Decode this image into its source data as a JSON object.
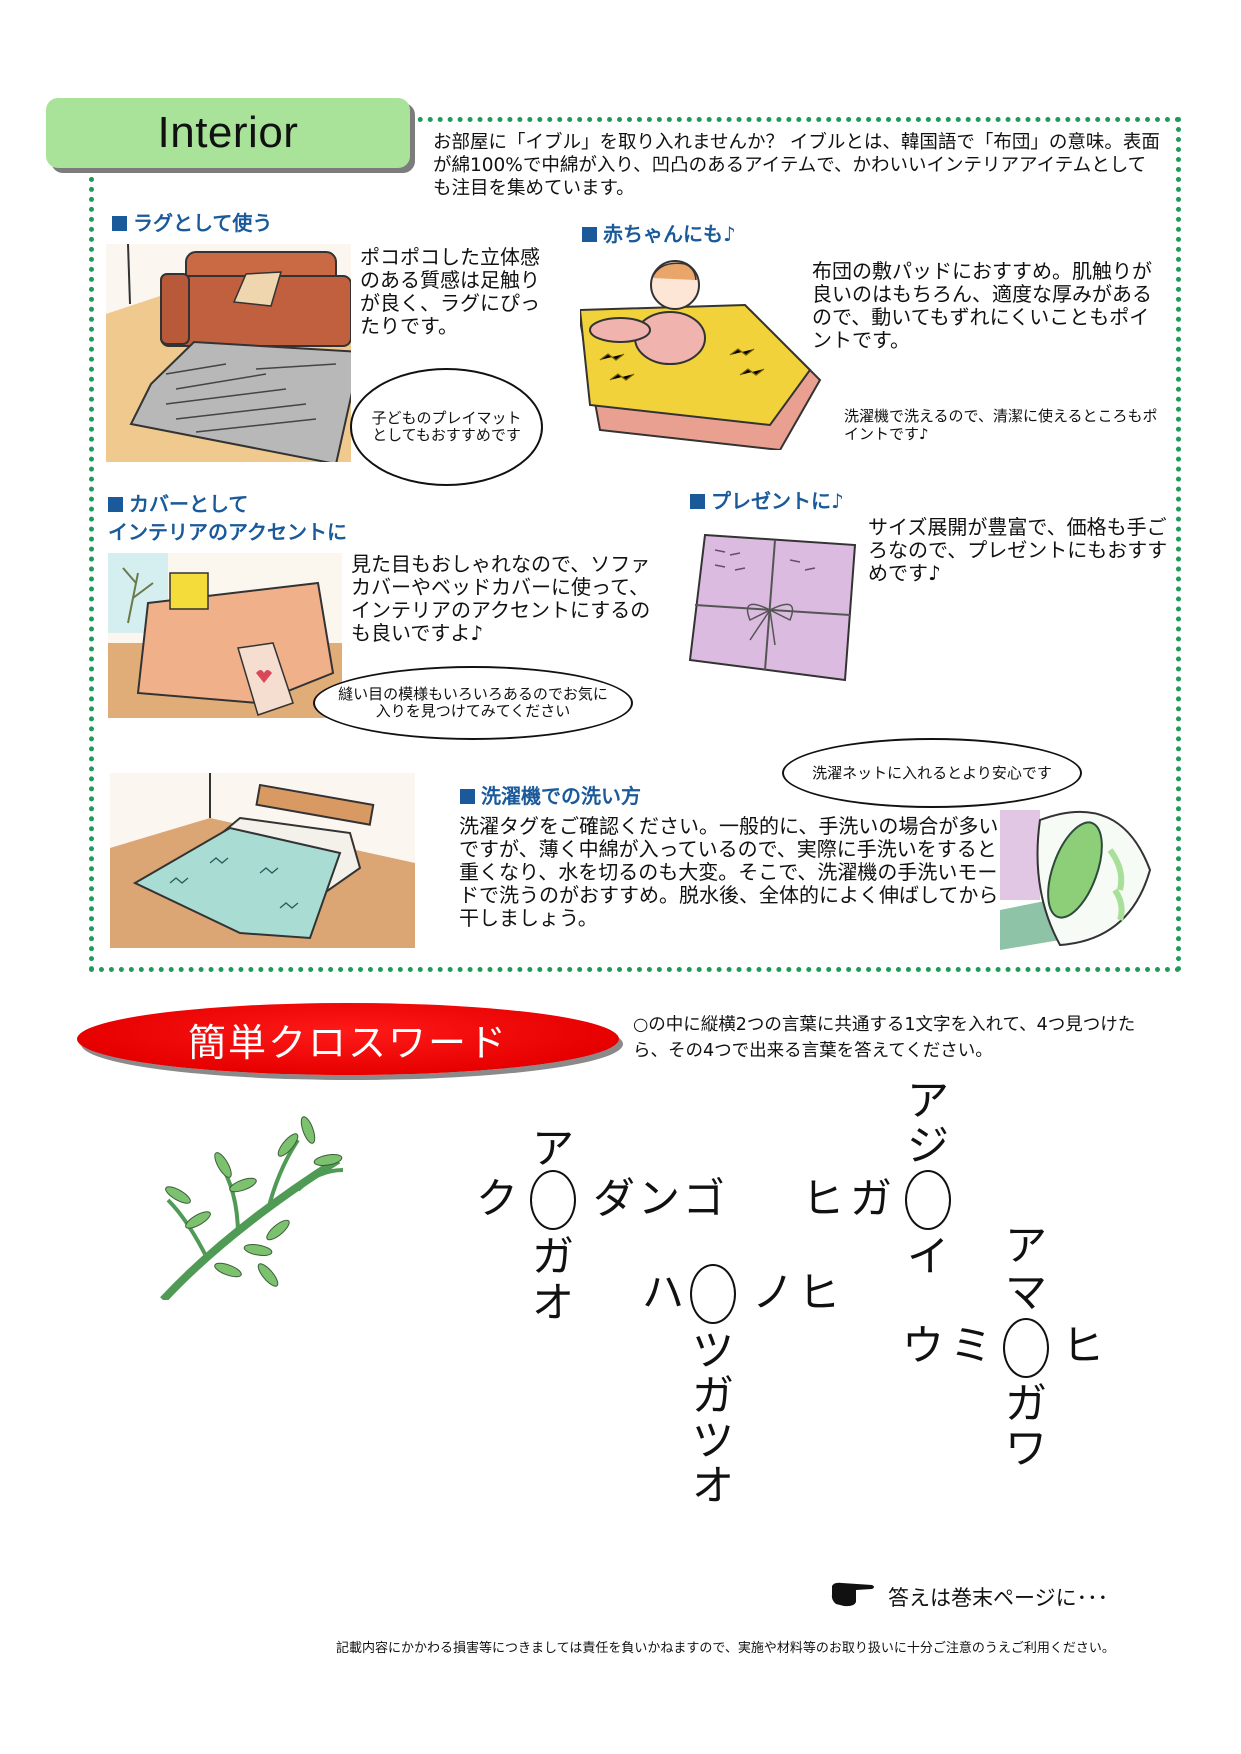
{
  "interior": {
    "title": "Interior",
    "intro": "お部屋に「イブル」を取り入れませんか？ イブルとは、韓国語で「布団」の意味。表面が綿100%で中綿が入り、凹凸のあるアイテムで、かわいいインテリアアイテムとしても注目を集めています。",
    "sections": [
      {
        "heading": "ラグとして使う",
        "body": "ポコポコした立体感のある質感は足触りが良く、ラグにぴったりです。",
        "bubble": "子どものプレイマットとしてもおすすめです",
        "illustration": "sofa-with-gray-rug"
      },
      {
        "heading": "赤ちゃんにも♪",
        "body": "布団の敷パッドにおすすめ。肌触りが良いのはもちろん、適度な厚みがあるので、動いてもずれにくいこともポイントです。",
        "note": "洗濯機で洗えるので、清潔に使えるところもポイントです♪",
        "illustration": "baby-on-yellow-pad"
      },
      {
        "heading_line1": "カバーとして",
        "heading_line2": "インテリアのアクセントに",
        "body": "見た目もおしゃれなので、ソファカバーやベッドカバーに使って、インテリアのアクセントにするのも良いですよ♪",
        "bubble": "縫い目の模様もいろいろあるのでお気に入りを見つけてみてください",
        "illustration": "sofa-with-peach-cover"
      },
      {
        "heading": "プレゼントに♪",
        "body": "サイズ展開が豊富で、価格も手ごろなので、プレゼントにもおすすめです♪",
        "illustration": "purple-gift-with-ribbon"
      },
      {
        "heading": "洗濯機での洗い方",
        "body": "洗濯タグをご確認ください。一般的に、手洗いの場合が多いですが、薄く中綿が入っているので、実際に手洗いをすると重くなり、水を切るのも大変。そこで、洗濯機の手洗いモードで洗うのがおすすめ。脱水後、全体的によく伸ばしてから干しましょう。",
        "bubble": "洗濯ネットに入れるとより安心です",
        "illustration": "bed-with-mint-cover"
      }
    ]
  },
  "crossword": {
    "title": "簡単クロスワード",
    "instructions": "○の中に縦横2つの言葉に共通する1文字を入れて、4つ見つけたら、その4つで出来る言葉を答えてください。",
    "puzzles": [
      {
        "up": [
          "ア"
        ],
        "left": [
          "ク"
        ],
        "right": [
          "ダ",
          "ン",
          "ゴ"
        ],
        "down": [
          "ガ",
          "オ"
        ]
      },
      {
        "up": [],
        "left": [
          "ハ"
        ],
        "right": [
          "ノ",
          "ヒ"
        ],
        "down": [
          "ツ",
          "ガ",
          "ツ",
          "オ"
        ]
      },
      {
        "up": [
          "ア",
          "ジ"
        ],
        "left": [
          "ヒ",
          "ガ"
        ],
        "right": [],
        "down": [
          "イ"
        ]
      },
      {
        "up": [
          "ア",
          "マ"
        ],
        "left": [
          "ウ",
          "ミ"
        ],
        "right": [
          "ヒ"
        ],
        "down": [
          "ガ",
          "ワ"
        ]
      }
    ],
    "answer_hint": "答えは巻末ページに･･･",
    "answer_icon": "pointing-hand-icon"
  },
  "disclaimer": "記載内容にかかわる損害等につきましては責任を負いかねますので、実施や材料等のお取り扱いに十分ご注意のうえご利用ください。",
  "colors": {
    "frame_dots": "#1f9a5a",
    "title_tab": "#a9e39a",
    "heading_blue": "#1a5a9a",
    "banner_red": "#e60000"
  }
}
